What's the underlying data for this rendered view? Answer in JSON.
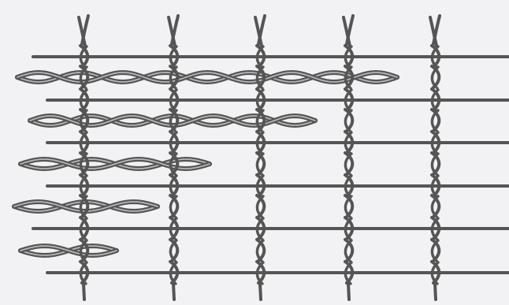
{
  "illustration": {
    "subject": "woven-wire-mesh",
    "background_color": "#f2f2f4",
    "wire_color": "#555555",
    "wire_highlight_color": "#bdbdbd",
    "vertical_twisted_wire_count": 5,
    "horizontal_line_wire_count": 6,
    "twisted_band_count": 5,
    "twisted_band_twist_counts": [
      9,
      7,
      4,
      3,
      2
    ]
  }
}
